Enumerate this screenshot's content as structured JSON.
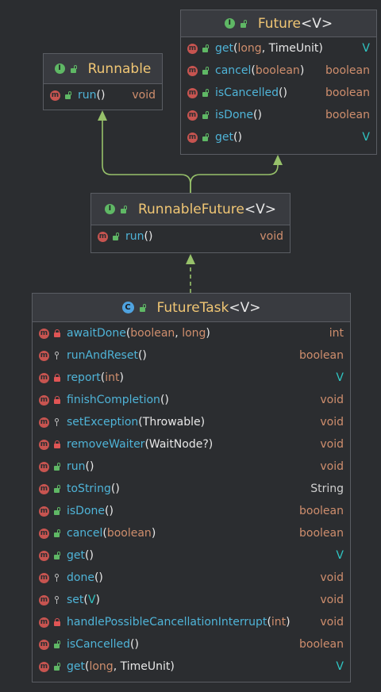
{
  "runnable": {
    "kind": "I",
    "name": "Runnable",
    "methods": [
      {
        "name": "run",
        "params": [],
        "return": "void",
        "vis": "public"
      }
    ]
  },
  "future": {
    "kind": "I",
    "name": "Future",
    "type_param": "<V>",
    "methods": [
      {
        "name": "get",
        "params": [
          {
            "t": "long",
            "k": "kw"
          },
          {
            "t": ", TimeUnit",
            "k": "obj"
          }
        ],
        "return": "V",
        "vis": "public"
      },
      {
        "name": "cancel",
        "params": [
          {
            "t": "boolean",
            "k": "kw"
          }
        ],
        "return": "boolean",
        "vis": "public"
      },
      {
        "name": "isCancelled",
        "params": [],
        "return": "boolean",
        "vis": "public"
      },
      {
        "name": "isDone",
        "params": [],
        "return": "boolean",
        "vis": "public"
      },
      {
        "name": "get",
        "params": [],
        "return": "V",
        "vis": "public"
      }
    ]
  },
  "runnablefuture": {
    "kind": "I",
    "name": "RunnableFuture",
    "type_param": "<V>",
    "methods": [
      {
        "name": "run",
        "params": [],
        "return": "void",
        "vis": "public"
      }
    ]
  },
  "futuretask": {
    "kind": "C",
    "name": "FutureTask",
    "type_param": "<V>",
    "methods": [
      {
        "name": "awaitDone",
        "params": [
          {
            "t": "boolean",
            "k": "kw"
          },
          {
            "t": ", ",
            "k": "obj"
          },
          {
            "t": "long",
            "k": "kw"
          }
        ],
        "return": "int",
        "vis": "private"
      },
      {
        "name": "runAndReset",
        "params": [],
        "return": "boolean",
        "vis": "protected"
      },
      {
        "name": "report",
        "params": [
          {
            "t": "int",
            "k": "kw"
          }
        ],
        "return": "V",
        "vis": "private"
      },
      {
        "name": "finishCompletion",
        "params": [],
        "return": "void",
        "vis": "private"
      },
      {
        "name": "setException",
        "params": [
          {
            "t": "Throwable",
            "k": "obj"
          }
        ],
        "return": "void",
        "vis": "protected"
      },
      {
        "name": "removeWaiter",
        "params": [
          {
            "t": "WaitNode?",
            "k": "obj"
          }
        ],
        "return": "void",
        "vis": "private"
      },
      {
        "name": "run",
        "params": [],
        "return": "void",
        "vis": "public"
      },
      {
        "name": "toString",
        "params": [],
        "return": "String",
        "vis": "public"
      },
      {
        "name": "isDone",
        "params": [],
        "return": "boolean",
        "vis": "public"
      },
      {
        "name": "cancel",
        "params": [
          {
            "t": "boolean",
            "k": "kw"
          }
        ],
        "return": "boolean",
        "vis": "public"
      },
      {
        "name": "get",
        "params": [],
        "return": "V",
        "vis": "public"
      },
      {
        "name": "done",
        "params": [],
        "return": "void",
        "vis": "protected"
      },
      {
        "name": "set",
        "params": [
          {
            "t": "V",
            "k": "tp"
          }
        ],
        "return": "void",
        "vis": "protected"
      },
      {
        "name": "handlePossibleCancellationInterrupt",
        "params": [
          {
            "t": "int",
            "k": "kw"
          }
        ],
        "return": "void",
        "vis": "private"
      },
      {
        "name": "isCancelled",
        "params": [],
        "return": "boolean",
        "vis": "public"
      },
      {
        "name": "get",
        "params": [
          {
            "t": "long",
            "k": "kw"
          },
          {
            "t": ", TimeUnit",
            "k": "obj"
          }
        ],
        "return": "V",
        "vis": "public"
      }
    ]
  },
  "colors": {
    "background": "#2b2d30",
    "header": "#393b40",
    "border": "#5a5d63",
    "arrow": "#97c16a",
    "class_name": "#f0c674",
    "method_name": "#4fb4d8",
    "keyword": "#cf8e6d",
    "type_param": "#2fc5c2"
  }
}
